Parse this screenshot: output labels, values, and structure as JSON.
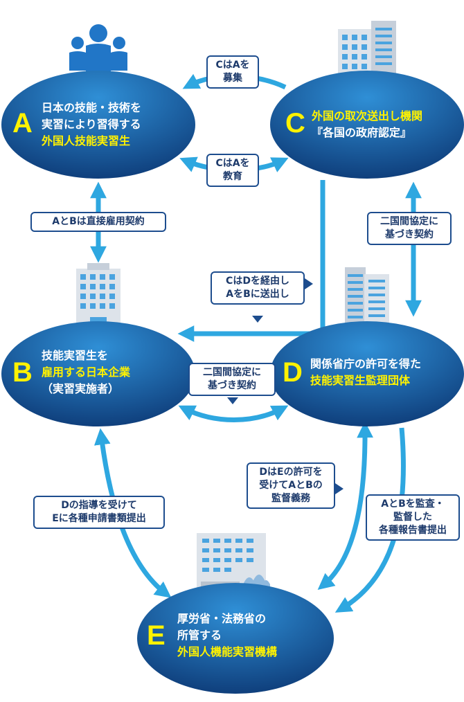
{
  "colors": {
    "node_light": "#2f8fd6",
    "node_dark": "#0f3f7c",
    "arrow": "#2ea7e0",
    "label_border": "#1d4d8e",
    "highlight": "#fff200"
  },
  "nodes": {
    "a": {
      "letter": "A",
      "icon": "people-icon",
      "lines": [
        "日本の技能・技術を",
        "実習により習得する"
      ],
      "highlight": "外国人技能実習生"
    },
    "b": {
      "letter": "B",
      "icon": "office-building-icon",
      "line1": "技能実習生を",
      "highlight": "雇用する日本企業",
      "line3": "（実習実施者）"
    },
    "c": {
      "letter": "C",
      "icon": "office-building-icon",
      "highlight": "外国の取次送出し機関",
      "line2": "『各国の政府認定』"
    },
    "d": {
      "letter": "D",
      "icon": "office-building-icon",
      "line1": "関係省庁の許可を得た",
      "highlight": "技能実習生監理団体"
    },
    "e": {
      "letter": "E",
      "icon": "government-building-icon",
      "lines": [
        "厚労省・法務省の",
        "所管する"
      ],
      "highlight": "外国人機能実習機構"
    }
  },
  "labels": {
    "c_a_recruit": [
      "CはAを",
      "募集"
    ],
    "c_a_educate": [
      "CはAを",
      "教育"
    ],
    "a_b_contract": [
      "AとBは直接雇用契約"
    ],
    "c_d_agreement": [
      "二国間協定に",
      "基づき契約"
    ],
    "c_via_d": [
      "CはDを経由し",
      "AをBに送出し"
    ],
    "b_d_agreement": [
      "二国間協定に",
      "基づき契約"
    ],
    "d_e_permit": [
      "DはEの許可を",
      "受けてAとBの",
      "監督義務"
    ],
    "b_e_apply": [
      "Dの指導を受けて",
      "Eに各種申請書類提出"
    ],
    "d_e_report": [
      "AとBを監査・",
      "監督した",
      "各種報告書提出"
    ]
  }
}
